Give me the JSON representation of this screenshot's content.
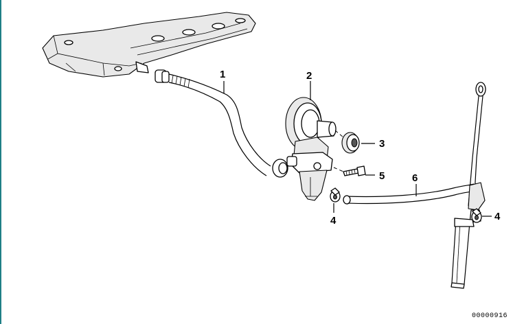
{
  "callouts": {
    "part_1": "1",
    "part_2": "2",
    "part_3": "3",
    "part_4_left": "4",
    "part_4_right": "4",
    "part_5": "5",
    "part_6": "6"
  },
  "document_number": "00000916",
  "colors": {
    "frame_accent": "#1f7f86",
    "line": "#000000",
    "background": "#ffffff"
  }
}
